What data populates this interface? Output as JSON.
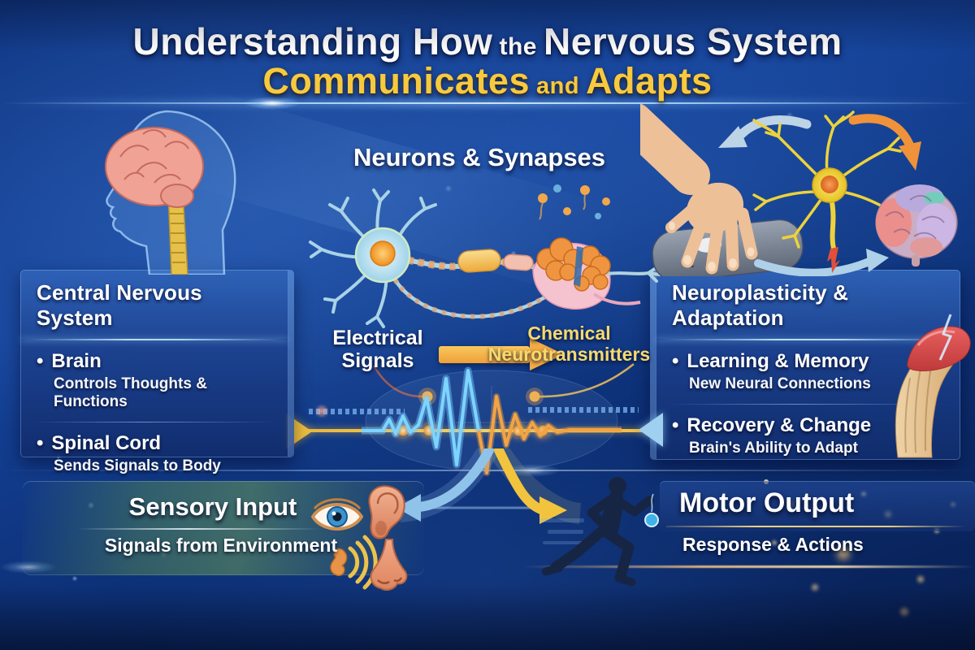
{
  "title": {
    "line1_a": "Understanding How",
    "line1_b": "the",
    "line1_c": "Nervous System",
    "line2_a": "Communicates",
    "line2_b": "and",
    "line2_c": "Adapts"
  },
  "center": {
    "heading": "Neurons & Synapses",
    "electrical_line1": "Electrical",
    "electrical_line2": "Signals",
    "chemical_line1": "Chemical",
    "chemical_line2": "Neurotransmitters"
  },
  "cns_panel": {
    "heading": "Central Nervous System",
    "bullet": "•",
    "items": [
      {
        "title": "Brain",
        "desc": "Controls Thoughts & Functions"
      },
      {
        "title": "Spinal Cord",
        "desc": "Sends Signals to Body"
      }
    ]
  },
  "plasticity_panel": {
    "heading": "Neuroplasticity & Adaptation",
    "bullet": "•",
    "items": [
      {
        "title": "Learning & Memory",
        "desc": "New Neural Connections"
      },
      {
        "title": "Recovery & Change",
        "desc": "Brain's Ability to Adapt"
      }
    ]
  },
  "sensory": {
    "heading": "Sensory Input",
    "desc": "Signals from Environment"
  },
  "motor": {
    "heading": "Motor Output",
    "desc": "Response & Actions"
  },
  "icons": {
    "top_left": "head-profile-with-brain-and-spinal-cord-icon",
    "center": [
      "neuron-icon",
      "synapse-icon",
      "signal-arrow-icon",
      "nerve-impulse-waveform-icon"
    ],
    "top_right": [
      "hand-touch-icon",
      "plasticity-neuron-icon",
      "adapted-brain-icon",
      "curved-arrow-icons"
    ],
    "right_panel": "muscle-joint-icon",
    "sensory": [
      "eye-icon",
      "ear-icon",
      "sound-waves-icon",
      "nose-icon"
    ],
    "motor": [
      "runner-icon",
      "whistle-icon"
    ]
  },
  "colors": {
    "background": "#0d2f75",
    "panel_blue": "#1d4a96",
    "accent_yellow": "#f6c544",
    "text_white": "#ffffff",
    "arrow_blue": "#8ec6ef",
    "arrow_orange": "#f29b38",
    "sensory_green": "#6ea254"
  }
}
